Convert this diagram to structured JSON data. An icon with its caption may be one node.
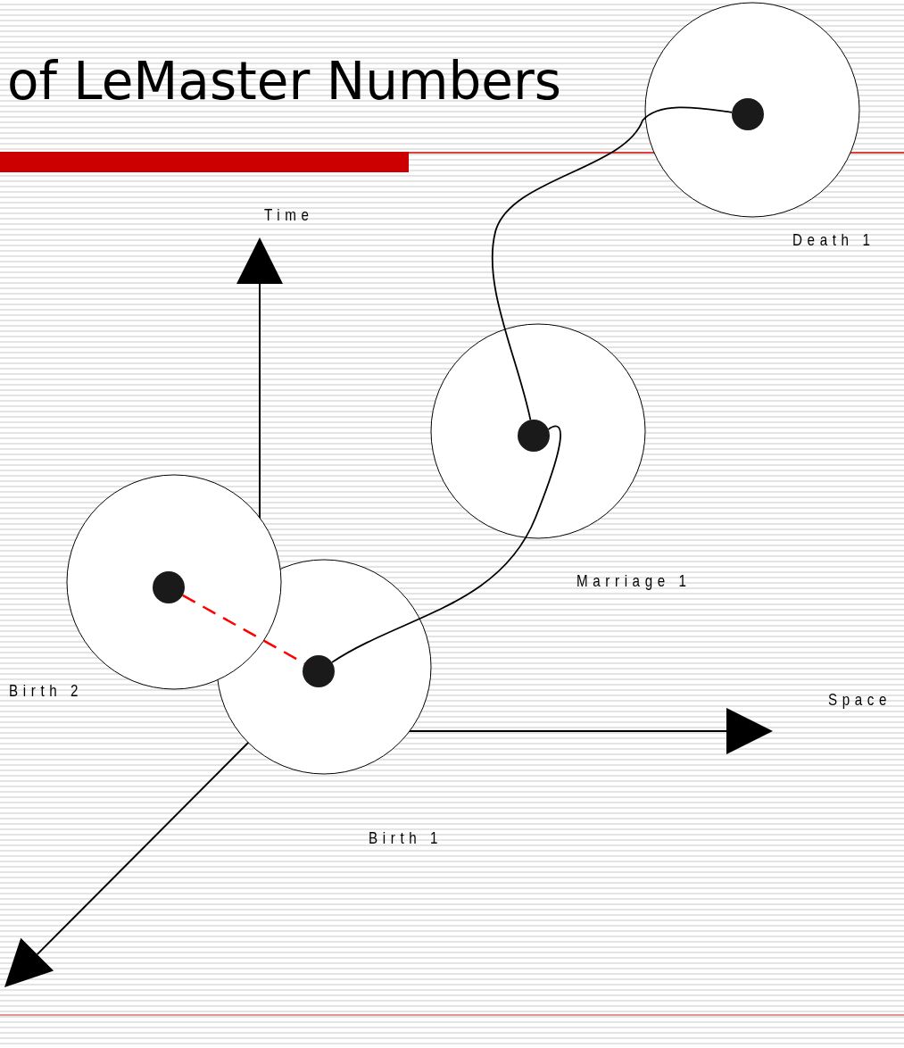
{
  "diagram": {
    "title": "of LeMaster Numbers",
    "nodes": [
      {
        "text": [],
        "shape": "circle"
      },
      {
        "text": [],
        "shape": "circle"
      },
      {
        "text": [],
        "shape": "circle"
      },
      {
        "text": [],
        "shape": "circle"
      }
    ],
    "edges": [
      {
        "from": 3,
        "to": 1,
        "arrow": "none"
      },
      {
        "from": 1,
        "to": 0,
        "arrow": "none"
      },
      {
        "from": 2,
        "to": 3,
        "arrow": "none",
        "style": "dashed",
        "color": "#ff0000"
      }
    ],
    "labels": [
      "Time",
      "Death 1",
      "Marriage 1",
      "Birth 2",
      "Space",
      "Birth 1"
    ]
  }
}
